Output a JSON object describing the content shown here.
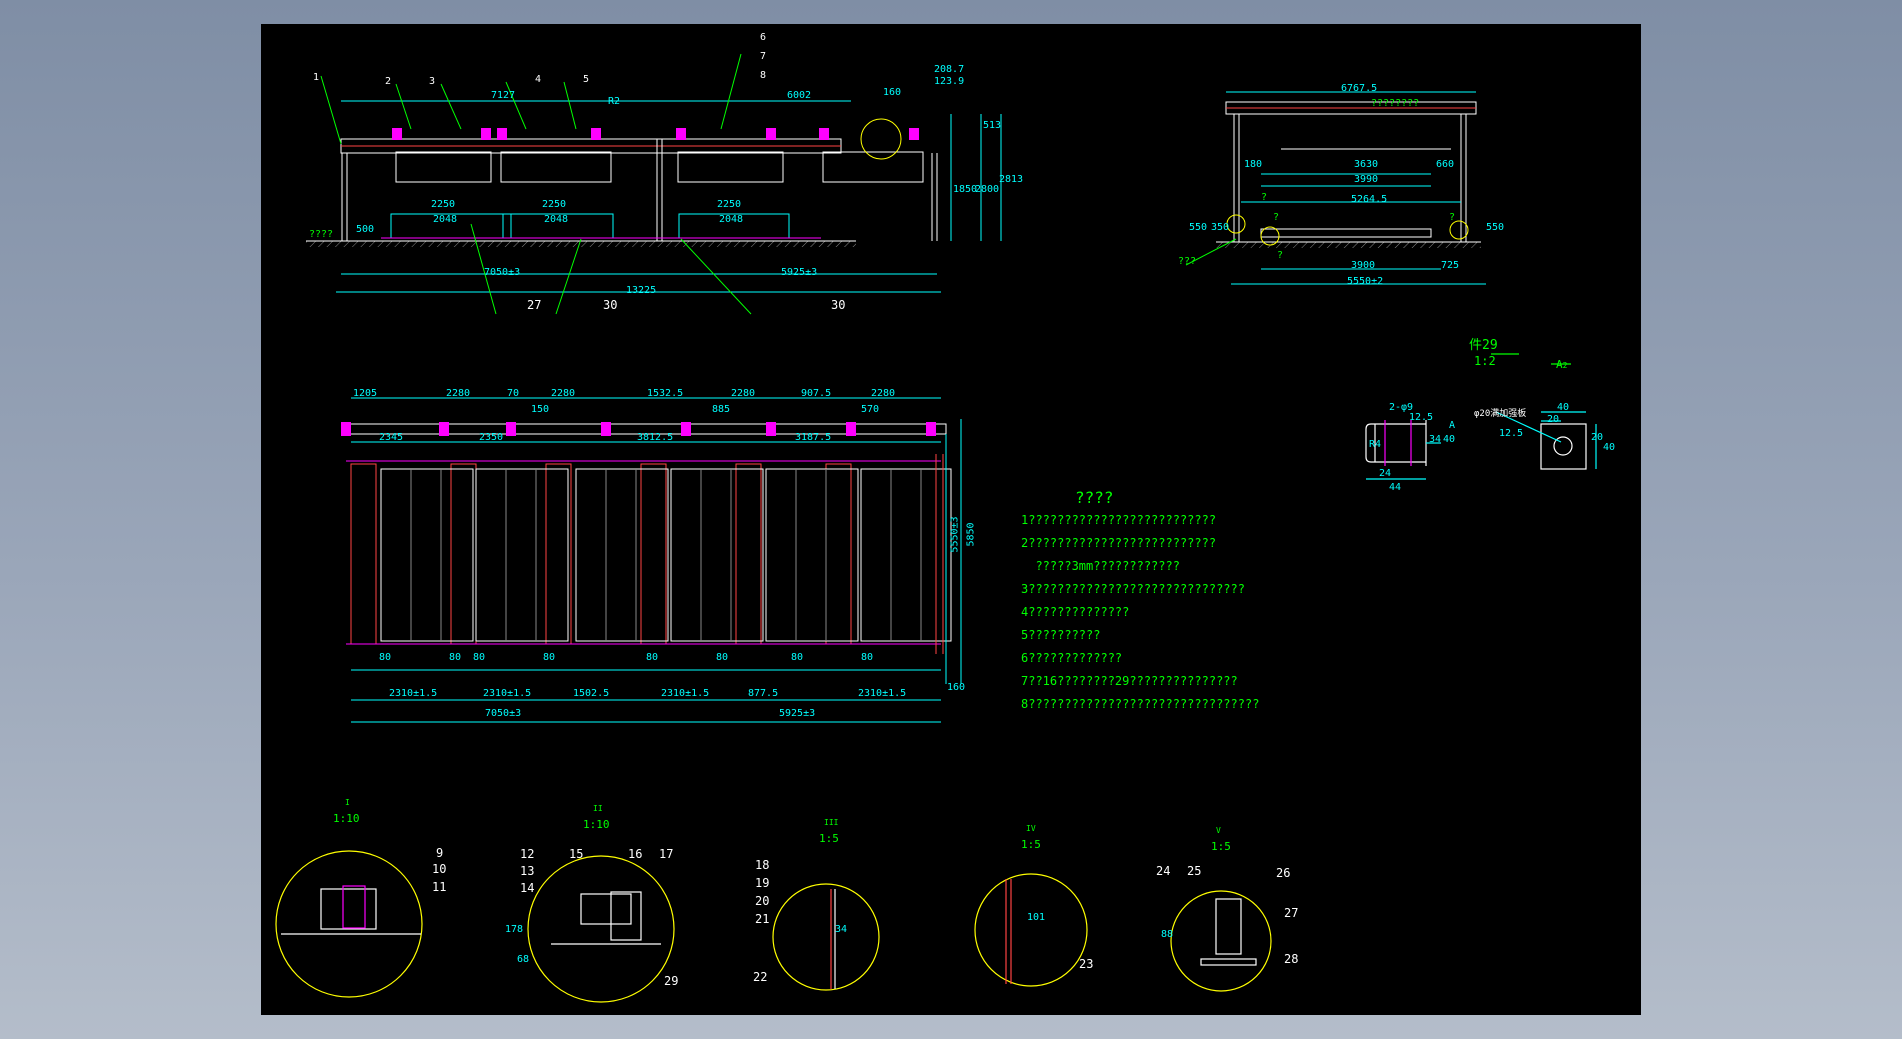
{
  "colors": {
    "background": "#000000",
    "outline": "#ffffff",
    "dimension": "#00ffff",
    "callout": "#00ff00",
    "hidden": "#ff0000",
    "accent": "#ff00ff",
    "detail_circle": "#ffff00",
    "frame": "#ff4444"
  },
  "front_view": {
    "callouts": [
      "1",
      "2",
      "3",
      "4",
      "5",
      "6",
      "7",
      "8"
    ],
    "top_dims": [
      "7127",
      "6002",
      "160",
      "208.7",
      "123.9"
    ],
    "right_dims": [
      "513",
      "1850",
      "2800",
      "2813",
      "R2"
    ],
    "inner_dims": [
      "2250",
      "2048",
      "2250",
      "2048",
      "2250",
      "2048",
      "500"
    ],
    "bottom_dims": [
      "7050±3",
      "5925±3",
      "13225"
    ],
    "bottom_callouts": [
      "27",
      "30",
      "30"
    ],
    "left_label": "????"
  },
  "side_view": {
    "dims": [
      "6767.5",
      "180",
      "3630",
      "660",
      "3990",
      "5264.5",
      "3900",
      "725",
      "5550±2",
      "550",
      "550",
      "350"
    ],
    "labels": [
      "????????",
      "?",
      "?",
      "?",
      "?",
      "???"
    ]
  },
  "part29": {
    "title": "件29",
    "scale": "1:2",
    "dims": [
      "2-φ9",
      "12.5",
      "R4",
      "34",
      "40",
      "24",
      "44",
      "A"
    ]
  },
  "view_a": {
    "title": "A",
    "suffix": "2",
    "dims": [
      "40",
      "20",
      "20",
      "40",
      "12.5"
    ],
    "note": "φ20满加强板"
  },
  "plan_view": {
    "top_dims": [
      "1205",
      "2280",
      "70",
      "2280",
      "1532.5",
      "2280",
      "907.5",
      "2280"
    ],
    "second_dims": [
      "150",
      "885",
      "570",
      "2345",
      "2350",
      "3812.5",
      "3187.5"
    ],
    "right_dims": [
      "5550±3",
      "5850",
      "160"
    ],
    "bottom_dims": [
      "2310±1.5",
      "2310±1.5",
      "1502.5",
      "2310±1.5",
      "877.5",
      "2310±1.5"
    ],
    "overall_dims": [
      "7050±3",
      "5925±3"
    ],
    "vertical_dims": [
      "80",
      "80",
      "80",
      "80",
      "80",
      "80",
      "80",
      "80"
    ]
  },
  "notes": {
    "title": "????",
    "lines": [
      "1??????????????????????????",
      "2??????????????????????????",
      "  ?????3mm????????????",
      "3??????????????????????????????",
      "4??????????????",
      "5??????????",
      "6?????????????",
      "7??16????????29???????????????",
      "8????????????????????????????????"
    ]
  },
  "details": [
    {
      "id": "I",
      "scale": "1:10",
      "callouts": [
        "9",
        "10",
        "11"
      ]
    },
    {
      "id": "II",
      "scale": "1:10",
      "callouts": [
        "12",
        "13",
        "14",
        "15",
        "16",
        "17",
        "29"
      ],
      "dims": [
        "178",
        "68"
      ]
    },
    {
      "id": "III",
      "scale": "1:5",
      "callouts": [
        "18",
        "19",
        "20",
        "21",
        "22"
      ],
      "dims": [
        "34"
      ]
    },
    {
      "id": "IV",
      "scale": "1:5",
      "callouts": [
        "23"
      ],
      "dims": [
        "101"
      ]
    },
    {
      "id": "V",
      "scale": "1:5",
      "callouts": [
        "24",
        "25",
        "26",
        "27",
        "28"
      ],
      "dims": [
        "88"
      ]
    }
  ]
}
